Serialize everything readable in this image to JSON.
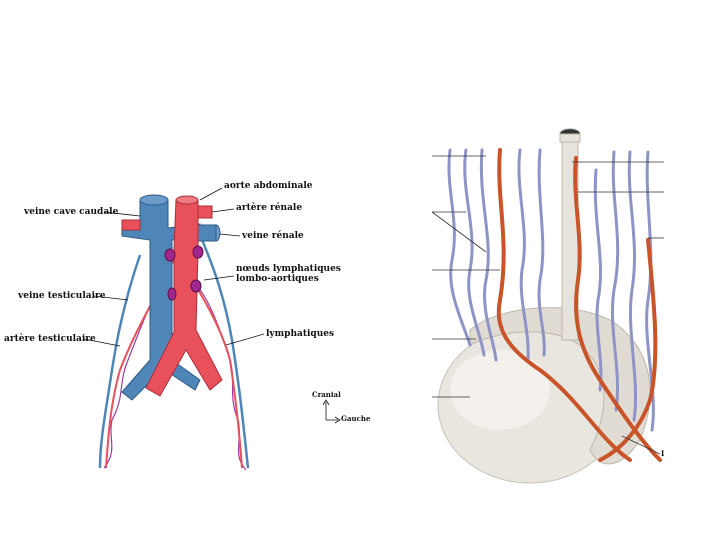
{
  "left_diagram": {
    "labels": {
      "aorte": "aorte abdominale",
      "veine_cave": "veine cave caudale",
      "artere_renale": "artère rénale",
      "veine_renale": "veine rénale",
      "noeuds_line1": "nœuds lymphatiques",
      "noeuds_line2": "lombo-aortiques",
      "veine_testiculaire": "veine testiculaire",
      "artere_testiculaire": "artère testiculaire",
      "lymphatiques": "lymphatiques"
    },
    "orientation": {
      "cranial": "Cranial",
      "gauche": "Gauche"
    },
    "colors": {
      "vein": "#4f86b8",
      "artery": "#e8505b",
      "node": "#a0288c",
      "lymph": "#9b3aa0"
    }
  },
  "right_diagram": {
    "marker_text": "I",
    "colors": {
      "testis": "#e9e5df",
      "veins": "#8e93c8",
      "artery": "#c9542a"
    }
  }
}
